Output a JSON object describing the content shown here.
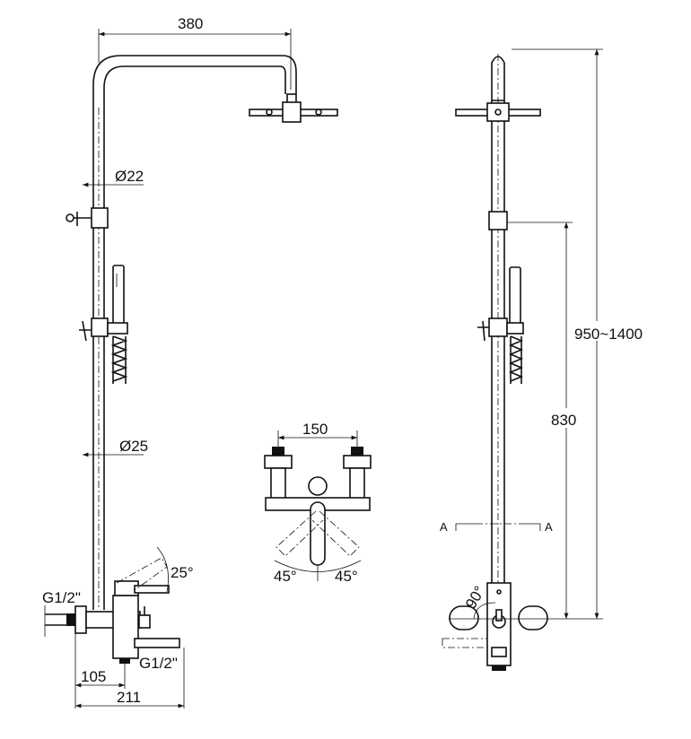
{
  "side_view": {
    "width_dim": "380",
    "pipe_upper_dia": "Ø22",
    "pipe_lower_dia": "Ø25",
    "inlet_thread": "G1/2\"",
    "outlet_thread": "G1/2\"",
    "lever_angle": "25°",
    "offset_dim": "105",
    "depth_dim": "211"
  },
  "top_view": {
    "centers_dim": "150",
    "angle_left": "45°",
    "angle_right": "45°"
  },
  "front_view": {
    "height_dim": "950~1400",
    "mount_height_dim": "830",
    "section_left": "A",
    "section_right": "A",
    "rotation_angle": "90°"
  }
}
